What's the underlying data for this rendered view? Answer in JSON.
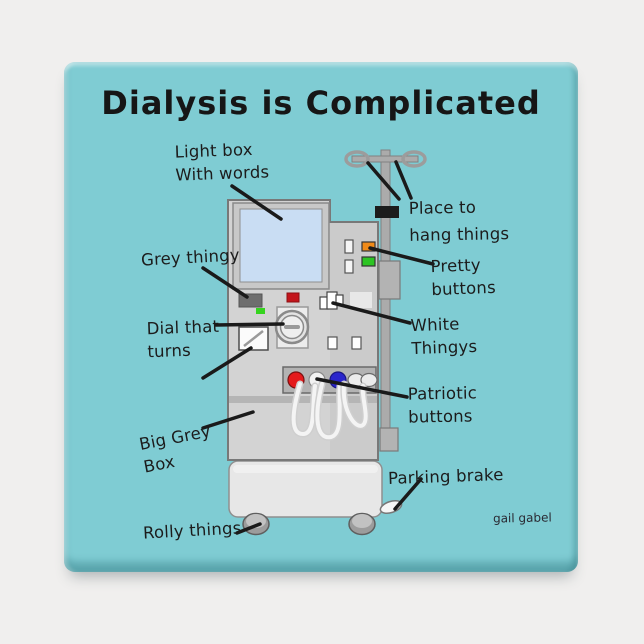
{
  "product": {
    "type_hint": "square magnet product photo",
    "colors": {
      "page_background": "#f0efee",
      "magnet_background": "#7fccd3",
      "ink": "#1c1c1c",
      "machine_cabinet": "#d3d3d3",
      "machine_screen": "#c9ddf3",
      "grey_thingy": "#6e6e6e",
      "red_indicator": "#c3151b",
      "green_indicator": "#35d41e",
      "orange_button": "#f08a18",
      "green_button": "#2cc423",
      "patriotic_red": "#e51a1c",
      "patriotic_white": "#f2f2f2",
      "patriotic_blue": "#2a25cc"
    }
  },
  "artwork": {
    "title": "Dialysis is Complicated",
    "signature": "gail gabel",
    "labels": [
      {
        "id": "light-box",
        "text": "Light box\nWith words"
      },
      {
        "id": "grey-thingy",
        "text": "Grey thingy"
      },
      {
        "id": "dial-that-turns",
        "text": "Dial that\nturns"
      },
      {
        "id": "big-grey-box",
        "text": "Big Grey\nBox"
      },
      {
        "id": "rolly-things",
        "text": "Rolly things"
      },
      {
        "id": "place-to-hang-things",
        "text": "Place to\nhang things"
      },
      {
        "id": "pretty-buttons",
        "text": "Pretty\nbuttons"
      },
      {
        "id": "white-thingys",
        "text": "White\nThingys"
      },
      {
        "id": "patriotic-buttons",
        "text": "Patriotic\nbuttons"
      },
      {
        "id": "parking-brake",
        "text": "Parking brake"
      }
    ]
  }
}
